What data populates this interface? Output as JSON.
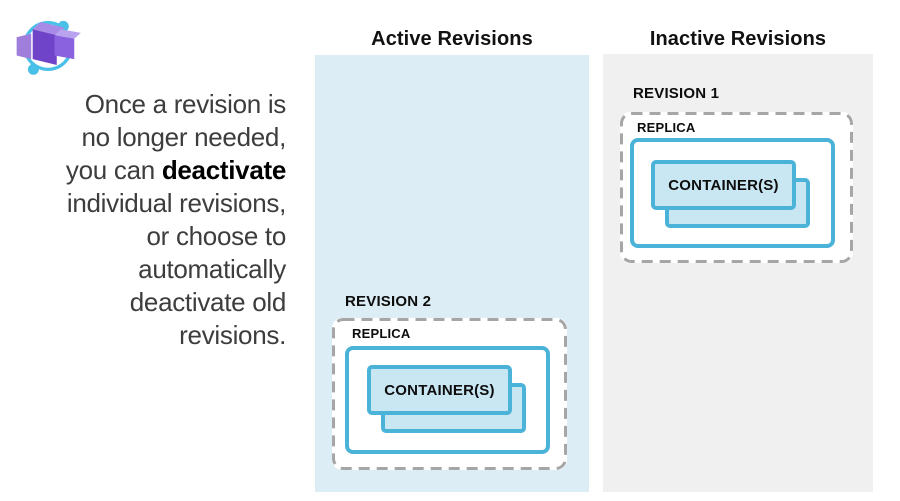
{
  "logo": {
    "name": "azure-container-apps-logo",
    "arc_color": "#49C0E8",
    "cube_dark": "#7044C8",
    "cube_mid": "#8A61DE",
    "cube_light": "#A78BE6",
    "flap_color": "#9F7EDC"
  },
  "intro": {
    "text_before": "Once a revision is\nno longer needed,\nyou can ",
    "text_bold": "deactivate",
    "text_after": "\nindividual revisions,\nor choose to\nautomatically\ndeactivate old\nrevisions."
  },
  "columns": [
    {
      "id": "active",
      "label": "Active Revisions"
    },
    {
      "id": "inactive",
      "label": "Inactive Revisions"
    }
  ],
  "revisions": [
    {
      "label": "REVISION 2",
      "column": "active",
      "replica_label": "REPLICA",
      "container_label": "CONTAINER(S)"
    },
    {
      "label": "REVISION 1",
      "column": "inactive",
      "replica_label": "REPLICA",
      "container_label": "CONTAINER(S)"
    }
  ],
  "colors": {
    "active_panel_bg": "#DDEDF6",
    "inactive_panel_bg": "#F0F0F0",
    "blue_border": "#4BB2D8",
    "container_fill": "#C9E6F3",
    "dashed_border": "#A6A6A6",
    "intro_text": "#3D3D3D",
    "label_text": "#0D0D0D"
  }
}
